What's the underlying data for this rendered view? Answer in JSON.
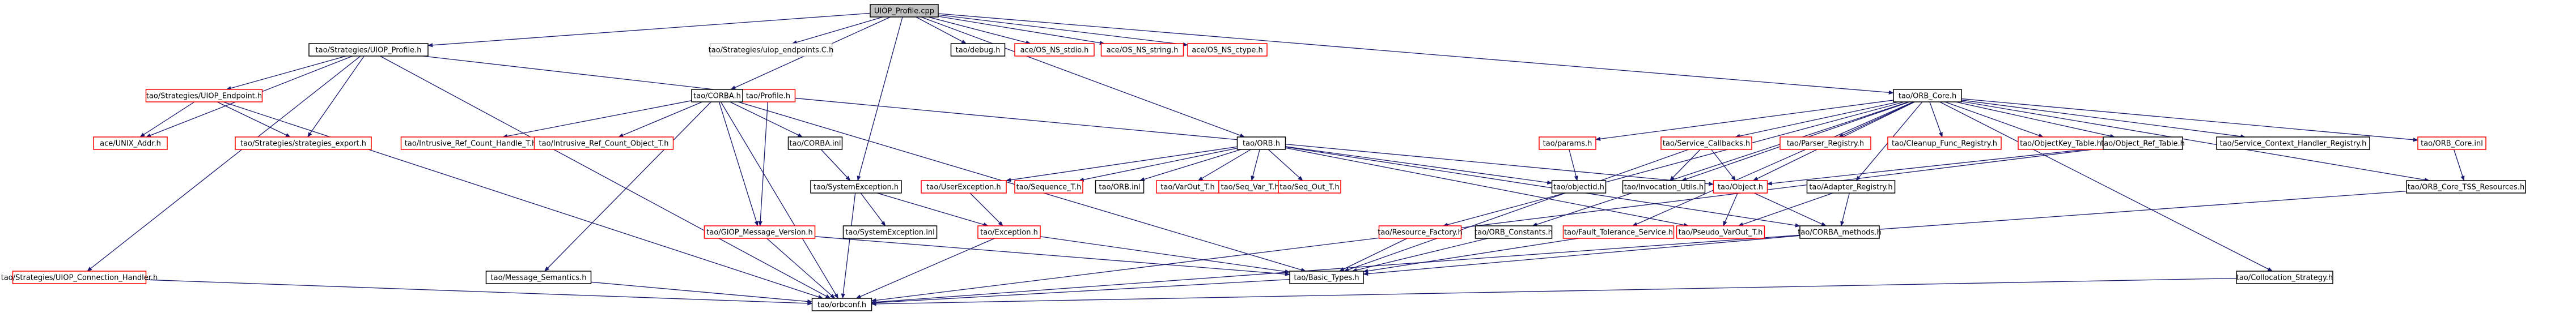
{
  "colors": {
    "root_fill": "#bfbfbf",
    "node_fill": "#ffffff",
    "border_black": "#000000",
    "border_red": "#ff0000",
    "border_gray": "#bfbfbf",
    "edge": "#191970"
  },
  "nodes": [
    {
      "id": "root",
      "label": "UIOP_Profile.cpp",
      "style": "root"
    },
    {
      "id": "strat_profile",
      "label": "tao/Strategies/UIOP_Profile.h",
      "style": "black"
    },
    {
      "id": "uiop_endpoints",
      "label": "tao/Strategies/uiop_endpoints.C.h",
      "style": "gray"
    },
    {
      "id": "debug",
      "label": "tao/debug.h",
      "style": "black"
    },
    {
      "id": "os_stdio",
      "label": "ace/OS_NS_stdio.h",
      "style": "red"
    },
    {
      "id": "os_string",
      "label": "ace/OS_NS_string.h",
      "style": "red"
    },
    {
      "id": "os_ctype",
      "label": "ace/OS_NS_ctype.h",
      "style": "red"
    },
    {
      "id": "orb_core",
      "label": "tao/ORB_Core.h",
      "style": "black"
    },
    {
      "id": "uiop_endpoint",
      "label": "tao/Strategies/UIOP_Endpoint.h",
      "style": "red"
    },
    {
      "id": "unix_addr",
      "label": "ace/UNIX_Addr.h",
      "style": "red"
    },
    {
      "id": "strategies_export",
      "label": "tao/Strategies/strategies_export.h",
      "style": "red"
    },
    {
      "id": "conn_handler",
      "label": "tao/Strategies/UIOP_Connection_Handler.h",
      "style": "red"
    },
    {
      "id": "profile",
      "label": "tao/Profile.h",
      "style": "red"
    },
    {
      "id": "corba",
      "label": "tao/CORBA.h",
      "style": "black"
    },
    {
      "id": "orb",
      "label": "tao/ORB.h",
      "style": "black"
    },
    {
      "id": "params",
      "label": "tao/params.h",
      "style": "red"
    },
    {
      "id": "service_callbacks",
      "label": "tao/Service_Callbacks.h",
      "style": "red"
    },
    {
      "id": "parser_registry",
      "label": "tao/Parser_Registry.h",
      "style": "red"
    },
    {
      "id": "cleanup_func",
      "label": "tao/Cleanup_Func_Registry.h",
      "style": "red"
    },
    {
      "id": "objectkey_table",
      "label": "tao/ObjectKey_Table.h",
      "style": "red"
    },
    {
      "id": "object_ref_table",
      "label": "tao/Object_Ref_Table.h",
      "style": "black"
    },
    {
      "id": "service_context",
      "label": "tao/Service_Context_Handler_Registry.h",
      "style": "black"
    },
    {
      "id": "orb_core_inl",
      "label": "tao/ORB_Core.inl",
      "style": "red"
    },
    {
      "id": "irc_handle",
      "label": "tao/Intrusive_Ref_Count_Handle_T.h",
      "style": "red"
    },
    {
      "id": "irc_object",
      "label": "tao/Intrusive_Ref_Count_Object_T.h",
      "style": "red"
    },
    {
      "id": "corba_inl",
      "label": "tao/CORBA.inl",
      "style": "black"
    },
    {
      "id": "sys_exception",
      "label": "tao/SystemException.h",
      "style": "black"
    },
    {
      "id": "user_exception",
      "label": "tao/UserException.h",
      "style": "red"
    },
    {
      "id": "sequence_t",
      "label": "tao/Sequence_T.h",
      "style": "red"
    },
    {
      "id": "orb_inl",
      "label": "tao/ORB.inl",
      "style": "black"
    },
    {
      "id": "varout_t",
      "label": "tao/VarOut_T.h",
      "style": "red"
    },
    {
      "id": "seq_var_t",
      "label": "tao/Seq_Var_T.h",
      "style": "red"
    },
    {
      "id": "seq_out_t",
      "label": "tao/Seq_Out_T.h",
      "style": "red"
    },
    {
      "id": "objectid",
      "label": "tao/objectid.h",
      "style": "black"
    },
    {
      "id": "invocation_utils",
      "label": "tao/Invocation_Utils.h",
      "style": "black"
    },
    {
      "id": "object",
      "label": "tao/Object.h",
      "style": "red"
    },
    {
      "id": "adapter_registry",
      "label": "tao/Adapter_Registry.h",
      "style": "black"
    },
    {
      "id": "tss_resources",
      "label": "tao/ORB_Core_TSS_Resources.h",
      "style": "black"
    },
    {
      "id": "giop_version",
      "label": "tao/GIOP_Message_Version.h",
      "style": "red"
    },
    {
      "id": "sys_exception_inl",
      "label": "tao/SystemException.inl",
      "style": "black"
    },
    {
      "id": "exception",
      "label": "tao/Exception.h",
      "style": "red"
    },
    {
      "id": "resource_factory",
      "label": "tao/Resource_Factory.h",
      "style": "red"
    },
    {
      "id": "orb_constants",
      "label": "tao/ORB_Constants.h",
      "style": "black"
    },
    {
      "id": "fault_tolerance",
      "label": "tao/Fault_Tolerance_Service.h",
      "style": "red"
    },
    {
      "id": "pseudo_varout",
      "label": "tao/Pseudo_VarOut_T.h",
      "style": "red"
    },
    {
      "id": "corba_methods",
      "label": "tao/CORBA_methods.h",
      "style": "black"
    },
    {
      "id": "message_semantics",
      "label": "tao/Message_Semantics.h",
      "style": "black"
    },
    {
      "id": "basic_types",
      "label": "tao/Basic_Types.h",
      "style": "black"
    },
    {
      "id": "collocation",
      "label": "tao/Collocation_Strategy.h",
      "style": "black"
    },
    {
      "id": "orbconf",
      "label": "tao/orbconf.h",
      "style": "black"
    }
  ],
  "edges": [
    [
      "root",
      "strat_profile"
    ],
    [
      "root",
      "uiop_endpoints"
    ],
    [
      "root",
      "debug"
    ],
    [
      "root",
      "os_stdio"
    ],
    [
      "root",
      "os_string"
    ],
    [
      "root",
      "os_ctype"
    ],
    [
      "root",
      "orb_core"
    ],
    [
      "root",
      "corba"
    ],
    [
      "root",
      "orb"
    ],
    [
      "root",
      "sys_exception"
    ],
    [
      "strat_profile",
      "uiop_endpoint"
    ],
    [
      "strat_profile",
      "unix_addr"
    ],
    [
      "strat_profile",
      "strategies_export"
    ],
    [
      "strat_profile",
      "conn_handler"
    ],
    [
      "strat_profile",
      "profile"
    ],
    [
      "strat_profile",
      "orbconf"
    ],
    [
      "uiop_endpoint",
      "unix_addr"
    ],
    [
      "uiop_endpoint",
      "strategies_export"
    ],
    [
      "uiop_endpoint",
      "orbconf"
    ],
    [
      "conn_handler",
      "orbconf"
    ],
    [
      "profile",
      "giop_version"
    ],
    [
      "profile",
      "object"
    ],
    [
      "corba",
      "irc_handle"
    ],
    [
      "corba",
      "irc_object"
    ],
    [
      "corba",
      "corba_inl"
    ],
    [
      "corba",
      "message_semantics"
    ],
    [
      "corba",
      "giop_version"
    ],
    [
      "corba",
      "orbconf"
    ],
    [
      "corba",
      "basic_types"
    ],
    [
      "corba_inl",
      "sys_exception"
    ],
    [
      "sys_exception",
      "sys_exception_inl"
    ],
    [
      "sys_exception",
      "exception"
    ],
    [
      "sys_exception",
      "orbconf"
    ],
    [
      "exception",
      "orbconf"
    ],
    [
      "exception",
      "basic_types"
    ],
    [
      "giop_version",
      "orbconf"
    ],
    [
      "giop_version",
      "basic_types"
    ],
    [
      "message_semantics",
      "orbconf"
    ],
    [
      "orb",
      "user_exception"
    ],
    [
      "orb",
      "sequence_t"
    ],
    [
      "orb",
      "orb_inl"
    ],
    [
      "orb",
      "varout_t"
    ],
    [
      "orb",
      "seq_var_t"
    ],
    [
      "orb",
      "seq_out_t"
    ],
    [
      "orb",
      "objectid"
    ],
    [
      "orb",
      "pseudo_varout"
    ],
    [
      "orb",
      "corba_methods"
    ],
    [
      "user_exception",
      "exception"
    ],
    [
      "orb_core",
      "params"
    ],
    [
      "orb_core",
      "service_callbacks"
    ],
    [
      "orb_core",
      "parser_registry"
    ],
    [
      "orb_core",
      "cleanup_func"
    ],
    [
      "orb_core",
      "objectkey_table"
    ],
    [
      "orb_core",
      "object_ref_table"
    ],
    [
      "orb_core",
      "service_context"
    ],
    [
      "orb_core",
      "orb_core_inl"
    ],
    [
      "orb_core",
      "tss_resources"
    ],
    [
      "orb_core",
      "resource_factory"
    ],
    [
      "orb_core",
      "orb_constants"
    ],
    [
      "orb_core",
      "fault_tolerance"
    ],
    [
      "orb_core",
      "collocation"
    ],
    [
      "orb_core",
      "invocation_utils"
    ],
    [
      "orb_core",
      "adapter_registry"
    ],
    [
      "orb_core",
      "object"
    ],
    [
      "params",
      "objectid"
    ],
    [
      "service_callbacks",
      "invocation_utils"
    ],
    [
      "service_callbacks",
      "object"
    ],
    [
      "service_callbacks",
      "basic_types"
    ],
    [
      "object_ref_table",
      "object"
    ],
    [
      "object_ref_table",
      "orbconf"
    ],
    [
      "orb_core_inl",
      "tss_resources"
    ],
    [
      "object",
      "pseudo_varout"
    ],
    [
      "object",
      "corba_methods"
    ],
    [
      "adapter_registry",
      "corba_methods"
    ],
    [
      "adapter_registry",
      "pseudo_varout"
    ],
    [
      "resource_factory",
      "basic_types"
    ],
    [
      "orb_constants",
      "basic_types"
    ],
    [
      "fault_tolerance",
      "basic_types"
    ],
    [
      "corba_methods",
      "basic_types"
    ],
    [
      "basic_types",
      "orbconf"
    ],
    [
      "collocation",
      "orbconf"
    ],
    [
      "tss_resources",
      "orbconf"
    ]
  ]
}
